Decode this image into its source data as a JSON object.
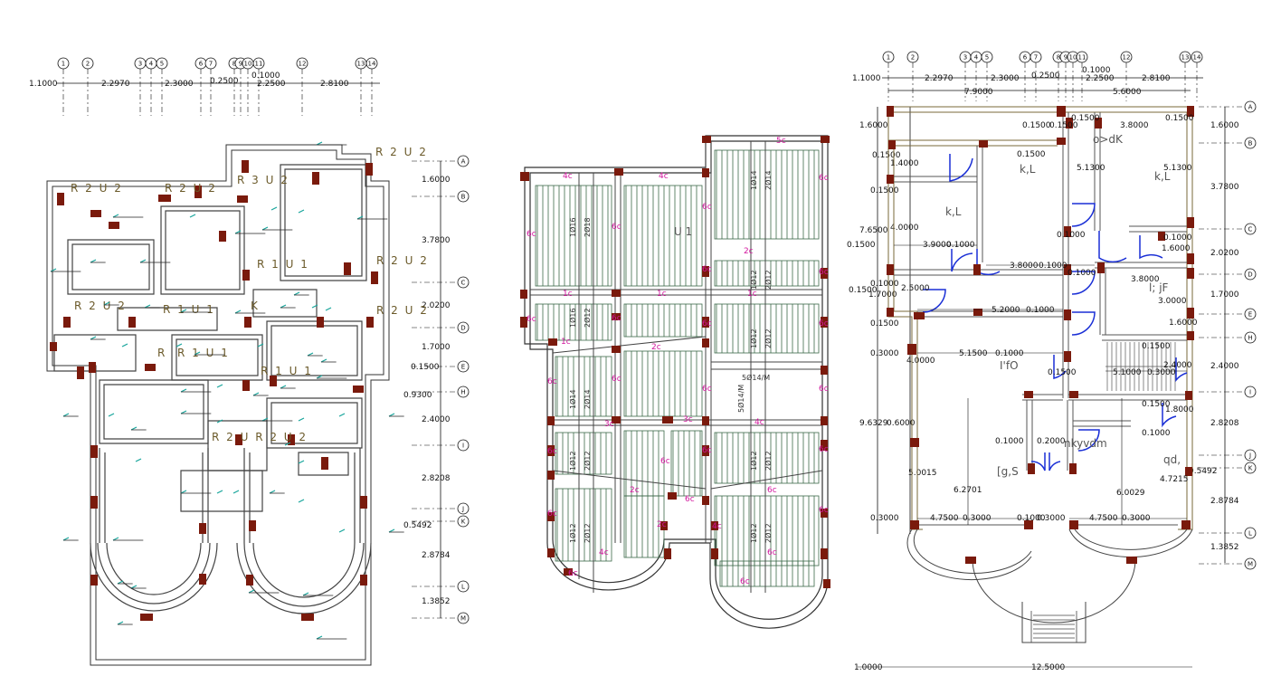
{
  "left_plan": {
    "grid_top": {
      "bubbles": [
        "1",
        "2",
        "3",
        "4",
        "5",
        "6",
        "7",
        "8",
        "9",
        "10",
        "11",
        "12",
        "13",
        "14"
      ],
      "dims": [
        "1.1000",
        "2.2970",
        "2.3000",
        "0.2500",
        "0.1000",
        "2.2500",
        "2.8100"
      ]
    },
    "grid_right": {
      "bubbles": [
        "A",
        "B",
        "C",
        "D",
        "E",
        "H",
        "I",
        "J",
        "K",
        "L",
        "M"
      ],
      "dims": [
        "1.6000",
        "3.7800",
        "2.0200",
        "1.7000",
        "0.1500",
        "0.9300",
        "2.4000",
        "2.8208",
        "0.5492",
        "2.8784",
        "1.3852"
      ]
    },
    "labels": [
      "R 2   U 2",
      "R 2   U 2",
      "R 2   U 2",
      "R 3   U 2",
      "R 1   U 1",
      "R 2   U 2",
      "R 2   U 2",
      "R 2   U 2",
      "R 1   U 1",
      "R 1   U 1",
      "K",
      "R",
      "R 1   U 1",
      "R 2   U R 2   U 2"
    ]
  },
  "middle_plan": {
    "slab_labels": [
      "4c",
      "4c",
      "5c",
      "6c",
      "6c",
      "6c",
      "6c",
      "6c",
      "2c",
      "6c",
      "1c",
      "1c",
      "1c",
      "6c",
      "6c",
      "6c",
      "6c",
      "1c",
      "2c",
      "6c",
      "6c",
      "3c",
      "3c",
      "4c",
      "6c",
      "6c",
      "6c",
      "6c",
      "6c",
      "6c",
      "6c",
      "2c",
      "2c",
      "6c",
      "6c",
      "4c",
      "4c",
      "6c",
      "6c",
      "6c",
      "6c"
    ],
    "rebar_labels": [
      "1Ø16",
      "2Ø18",
      "1Ø14",
      "2Ø14",
      "1Ø12",
      "2Ø12",
      "1Ø16",
      "2Ø12",
      "1Ø12",
      "2Ø12",
      "1Ø14",
      "2Ø14",
      "1Ø12",
      "2Ø12",
      "1Ø12",
      "2Ø12",
      "1Ø12",
      "2Ø12",
      "1Ø12",
      "2Ø12"
    ],
    "beam_labels": [
      "5Ø14/M",
      "5Ø14/M"
    ],
    "slab_text": "U 1"
  },
  "right_plan": {
    "grid_top": {
      "bubbles": [
        "1",
        "2",
        "3",
        "4",
        "5",
        "6",
        "7",
        "8",
        "9",
        "10",
        "11",
        "12",
        "13",
        "14"
      ],
      "dims": [
        "1.1000",
        "2.2970",
        "2.3000",
        "0.2500",
        "0.1000",
        "2.2500",
        "2.8100",
        "7.9000",
        "5.6000"
      ]
    },
    "grid_right": {
      "bubbles": [
        "A",
        "B",
        "C",
        "D",
        "E",
        "H",
        "I",
        "J",
        "K",
        "L",
        "M"
      ],
      "dims": [
        "1.6000",
        "3.7800",
        "2.0200",
        "1.7000",
        "2.4000",
        "2.8208",
        "0.5492",
        "2.8784",
        "1.3852"
      ]
    },
    "left_dims": [
      "1.6000",
      "0.1500",
      "1.4000",
      "0.1500",
      "7.6500",
      "4.0000",
      "0.1500",
      "0.1000",
      "0.1500",
      "1.7000",
      "0.1500",
      "0.3000",
      "4.0000",
      "9.6329",
      "0.6000",
      "5.0015",
      "0.3000"
    ],
    "inner_dims": [
      "0.1500",
      "0.1500",
      "0.1500",
      "3.8000",
      "0.1500",
      "5.1300",
      "5.1300",
      "0.1500",
      "3.9000",
      "0.1000",
      "3.8000",
      "0.1000",
      "0.1000",
      "2.5000",
      "5.2000",
      "0.1000",
      "3.8000",
      "0.1000",
      "3.0000",
      "0.1000",
      "5.1500",
      "0.1000",
      "0.1500",
      "0.1500",
      "5.1000",
      "0.3000",
      "2.4000",
      "0.1500",
      "1.8000",
      "0.1000",
      "0.2000",
      "0.1000",
      "6.2701",
      "6.0029",
      "4.7215",
      "4.7500",
      "0.3000",
      "0.3000",
      "4.7500",
      "0.3000",
      "0.1000",
      "1.6000",
      "1.6000"
    ],
    "rooms": [
      "k,L",
      "k,L",
      "k,L",
      "o>dK",
      "l; jF",
      "I'fO",
      "[g,S",
      "nkyvdm",
      "qd,"
    ],
    "bottom_dims": [
      "1.0000",
      "12.5000"
    ]
  }
}
